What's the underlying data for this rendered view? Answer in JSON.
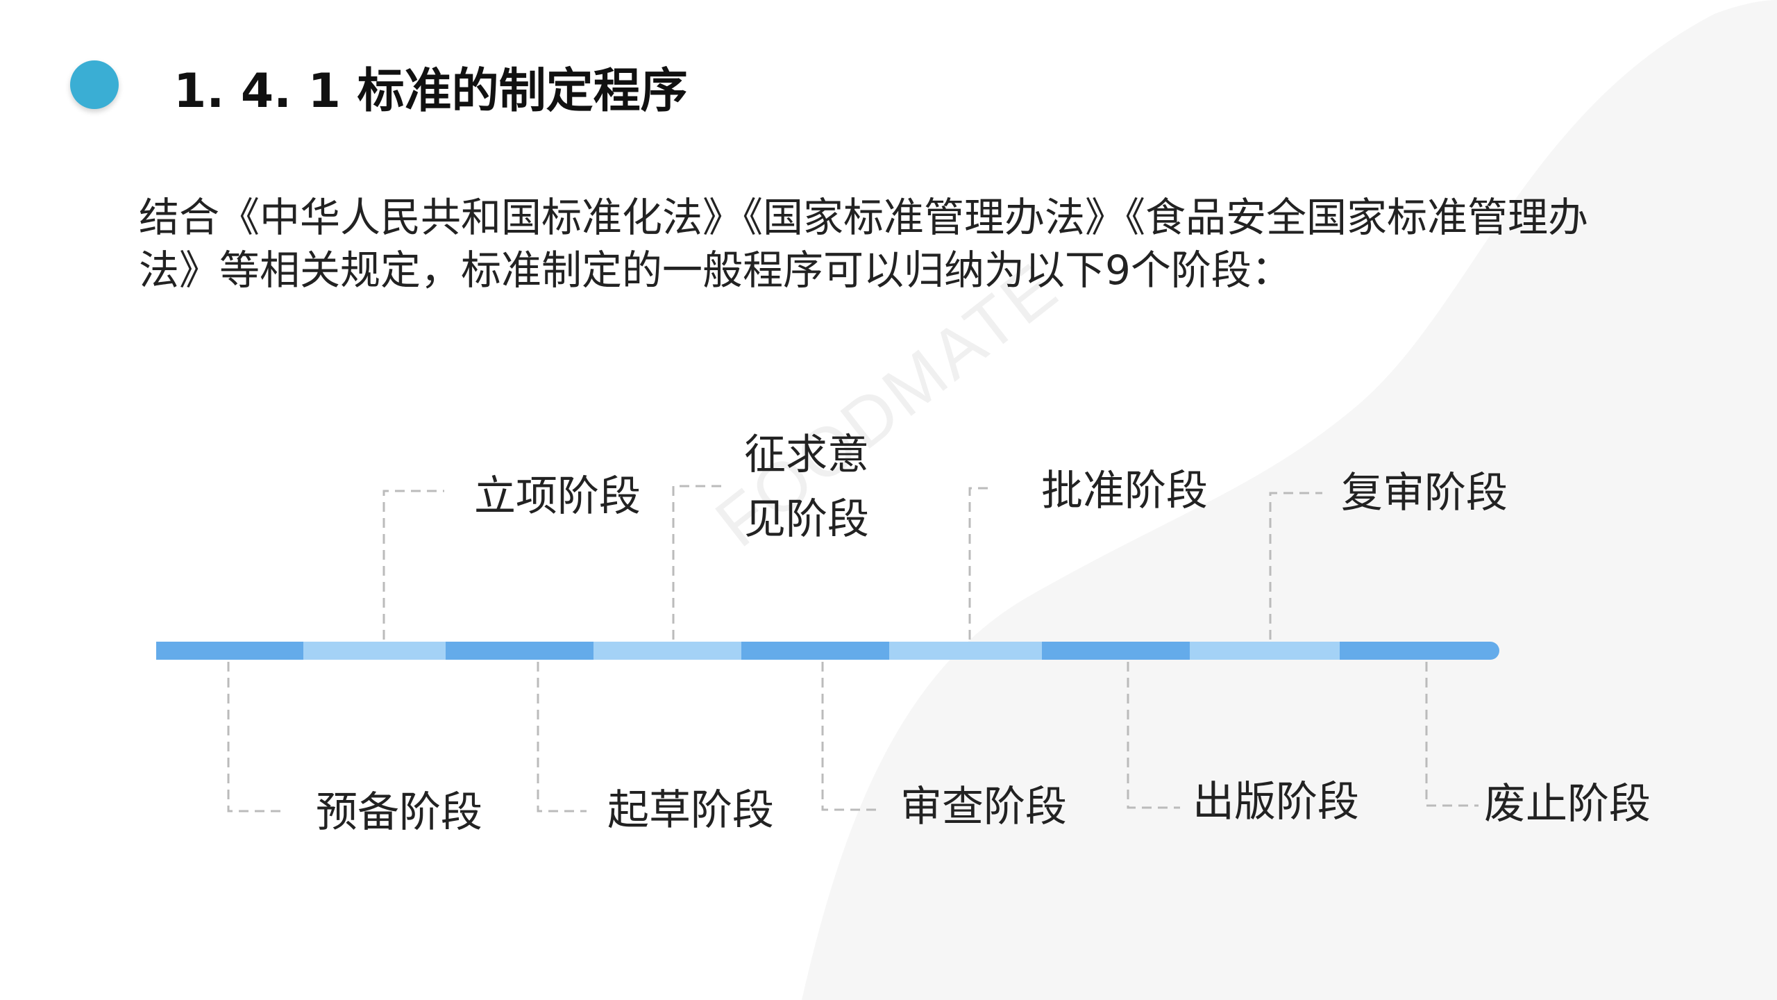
{
  "slide": {
    "title": "1. 4. 1  标准的制定程序",
    "intro": "结合《中华人民共和国标准化法》《国家标准管理办法》《食品安全国家标准管理办法》等相关规定，标准制定的一般程序可以归纳为以下9个阶段：",
    "watermark": "FOODMATE"
  },
  "colors": {
    "accent": "#3aaed4",
    "timeline_dark": "#64abea",
    "timeline_light": "#a4d2f6",
    "connector": "#bbbbbb",
    "background_shape": "#f6f6f6"
  },
  "stages": {
    "top": [
      {
        "label": "立项阶段"
      },
      {
        "label": "征求意见阶段",
        "line1": "征求意",
        "line2": "见阶段"
      },
      {
        "label": "批准阶段"
      },
      {
        "label": "复审阶段"
      }
    ],
    "bottom": [
      {
        "label": "预备阶段"
      },
      {
        "label": "起草阶段"
      },
      {
        "label": "审查阶段"
      },
      {
        "label": "出版阶段"
      },
      {
        "label": "废止阶段"
      }
    ]
  }
}
